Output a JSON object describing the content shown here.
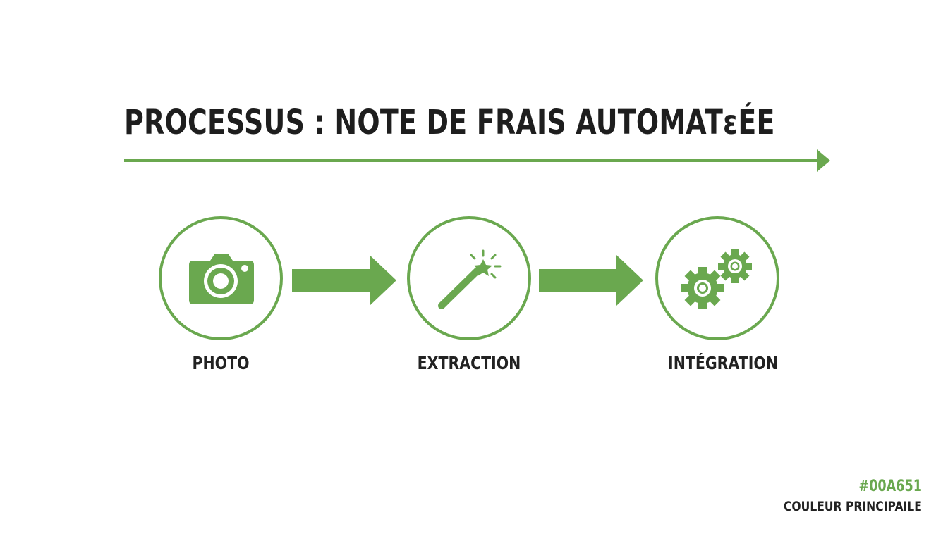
{
  "title": "PROCESSUS : NOTE DE FRAIS AUTOMATɛÉE",
  "accent_color": "#6aa84f",
  "steps": [
    {
      "label": "PHOTO",
      "icon": "camera-icon"
    },
    {
      "label": "EXTRACTION",
      "icon": "magic-wand-icon"
    },
    {
      "label": "INTÉGRATION",
      "icon": "gears-icon"
    }
  ],
  "footer": {
    "hex": "#00A651",
    "caption": "COULEUR PRINCIPAILE"
  }
}
